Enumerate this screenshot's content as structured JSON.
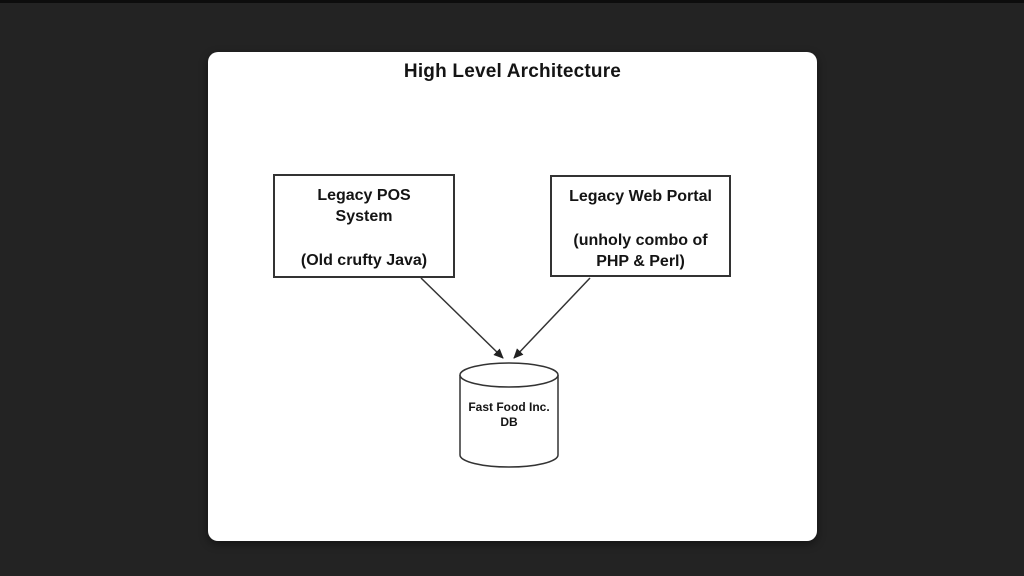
{
  "slide": {
    "title": "High Level Architecture"
  },
  "diagram": {
    "nodes": [
      {
        "id": "legacy-pos-system",
        "type": "box",
        "lines": [
          "Legacy POS",
          "System",
          "(Old crufty Java)"
        ]
      },
      {
        "id": "legacy-web-portal",
        "type": "box",
        "lines": [
          "Legacy Web Portal",
          "(unholy combo of",
          "PHP & Perl)"
        ]
      },
      {
        "id": "fast-food-db",
        "type": "cylinder",
        "lines": [
          "Fast Food Inc.",
          "DB"
        ]
      }
    ],
    "edges": [
      {
        "from": "legacy-pos-system",
        "to": "fast-food-db",
        "style": "arrow"
      },
      {
        "from": "legacy-web-portal",
        "to": "fast-food-db",
        "style": "arrow"
      }
    ]
  },
  "colors": {
    "page_background": "#232323",
    "top_strip": "#0d0d0d",
    "slide_background": "#ffffff",
    "diagram_lines": "#333333",
    "text": "#141414"
  }
}
